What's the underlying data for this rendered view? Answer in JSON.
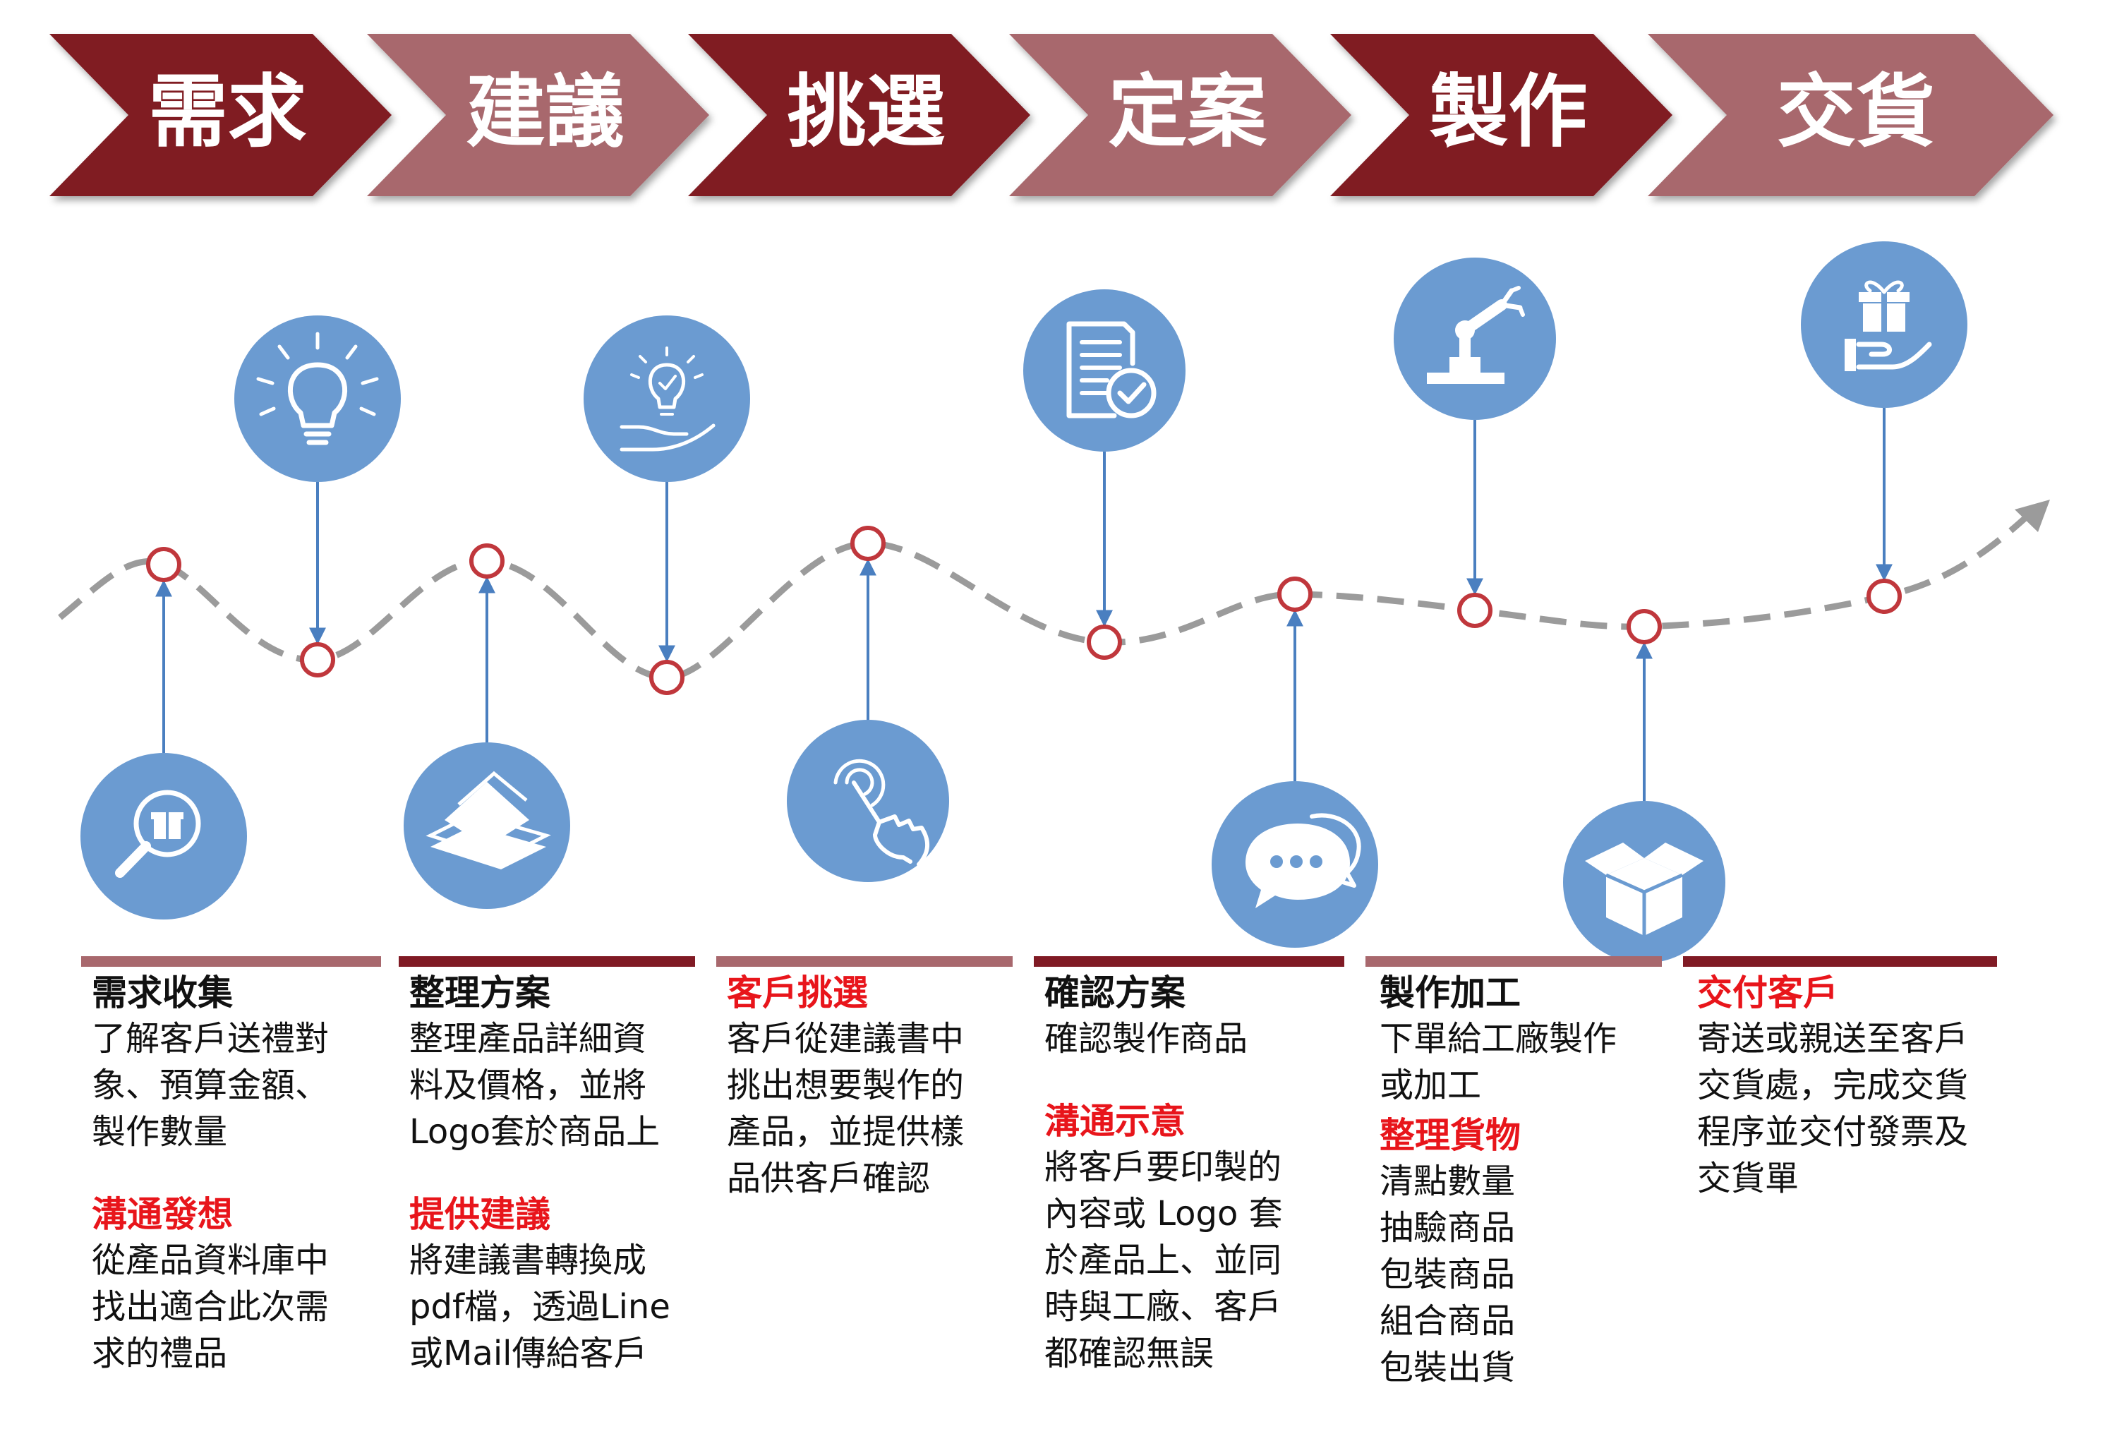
{
  "colors": {
    "dark_red": "#801a24",
    "light_red": "#a8686d",
    "accent_red": "#e8151b",
    "icon_blue": "#6b9bd1",
    "node_red": "#c0373c",
    "path_gray": "#9b9b9b"
  },
  "stages": [
    {
      "label": "需求"
    },
    {
      "label": "建議"
    },
    {
      "label": "挑選"
    },
    {
      "label": "定案"
    },
    {
      "label": "製作"
    },
    {
      "label": "交貨"
    }
  ],
  "icons": [
    {
      "name": "magnifier-gift-icon"
    },
    {
      "name": "lightbulb-icon"
    },
    {
      "name": "papers-icon"
    },
    {
      "name": "idea-hand-icon"
    },
    {
      "name": "touch-hand-icon"
    },
    {
      "name": "document-check-icon"
    },
    {
      "name": "chat-bubbles-icon"
    },
    {
      "name": "robot-arm-icon"
    },
    {
      "name": "box-icon"
    },
    {
      "name": "gift-hand-icon"
    }
  ],
  "columns": [
    {
      "h1": "需求收集",
      "t1": [
        "了解客戶送禮對",
        "象、預算金額、",
        "製作數量"
      ],
      "h2": "溝通發想",
      "t2": [
        "從產品資料庫中",
        "找出適合此次需",
        "求的禮品"
      ]
    },
    {
      "h1": "整理方案",
      "t1": [
        "整理產品詳細資",
        "料及價格，並將",
        "Logo套於商品上"
      ],
      "h2": "提供建議",
      "t2": [
        "將建議書轉換成",
        "pdf檔，透過Line",
        "或Mail傳給客戶"
      ]
    },
    {
      "h1": "客戶挑選",
      "t1": [
        "客戶從建議書中",
        "挑出想要製作的",
        "產品，並提供樣",
        "品供客戶確認"
      ]
    },
    {
      "h1": "確認方案",
      "t1": [
        "確認製作商品"
      ],
      "h2": "溝通示意",
      "t2": [
        "將客戶要印製的",
        "內容或 Logo 套",
        "於產品上、並同",
        "時與工廠、客戶",
        "都確認無誤"
      ]
    },
    {
      "h1": "製作加工",
      "t1": [
        "下單給工廠製作",
        "或加工"
      ],
      "h2": "整理貨物",
      "t2": [
        "清點數量",
        "抽驗商品",
        "包裝商品",
        "組合商品",
        "包裝出貨"
      ]
    },
    {
      "h1": "交付客戶",
      "t1": [
        "寄送或親送至客戶",
        "交貨處，完成交貨",
        "程序並交付發票及",
        "交貨單"
      ]
    }
  ]
}
